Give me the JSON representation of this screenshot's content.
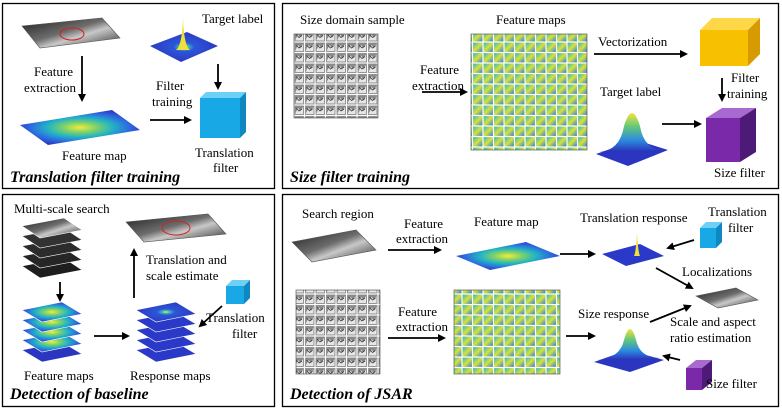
{
  "panels": {
    "tl": {
      "title": "Translation filter training",
      "target_label": "Target label",
      "feature_extraction": [
        "Feature",
        "extraction"
      ],
      "filter_training": [
        "Filter",
        "training"
      ],
      "feature_map": "Feature map",
      "translation_filter": [
        "Translation",
        "filter"
      ]
    },
    "tr": {
      "title": "Size filter training",
      "size_domain_sample": "Size domain sample",
      "feature_maps": "Feature maps",
      "vectorization": "Vectorization",
      "feature_extraction": [
        "Feature",
        "extraction"
      ],
      "target_label": "Target label",
      "filter_training": [
        "Filter",
        "training"
      ],
      "size_filter": "Size filter"
    },
    "bl": {
      "title": "Detection of baseline",
      "multi_scale_search": "Multi-scale search",
      "translation_scale_estimate": [
        "Translation and",
        "scale estimate"
      ],
      "translation_filter": [
        "Translation",
        "filter"
      ],
      "feature_maps": "Feature maps",
      "response_maps": "Response maps"
    },
    "br": {
      "title": "Detection of JSAR",
      "search_region": "Search region",
      "feature_extraction_1": [
        "Feature",
        "extraction"
      ],
      "feature_map": "Feature map",
      "translation_response": "Translation response",
      "translation_filter": [
        "Translation",
        "filter"
      ],
      "localizations": "Localizations",
      "feature_extraction_2": [
        "Feature",
        "extraction"
      ],
      "size_response": "Size response",
      "scale_aspect": [
        "Scale and aspect",
        "ratio estimation"
      ],
      "size_filter": "Size filter"
    }
  },
  "colors": {
    "filter_blue": "#19a8e6",
    "filter_yellow": "#f7c000",
    "filter_purple": "#7a2aa8",
    "map_bg": "#2a39c8",
    "frame": "#000000"
  }
}
